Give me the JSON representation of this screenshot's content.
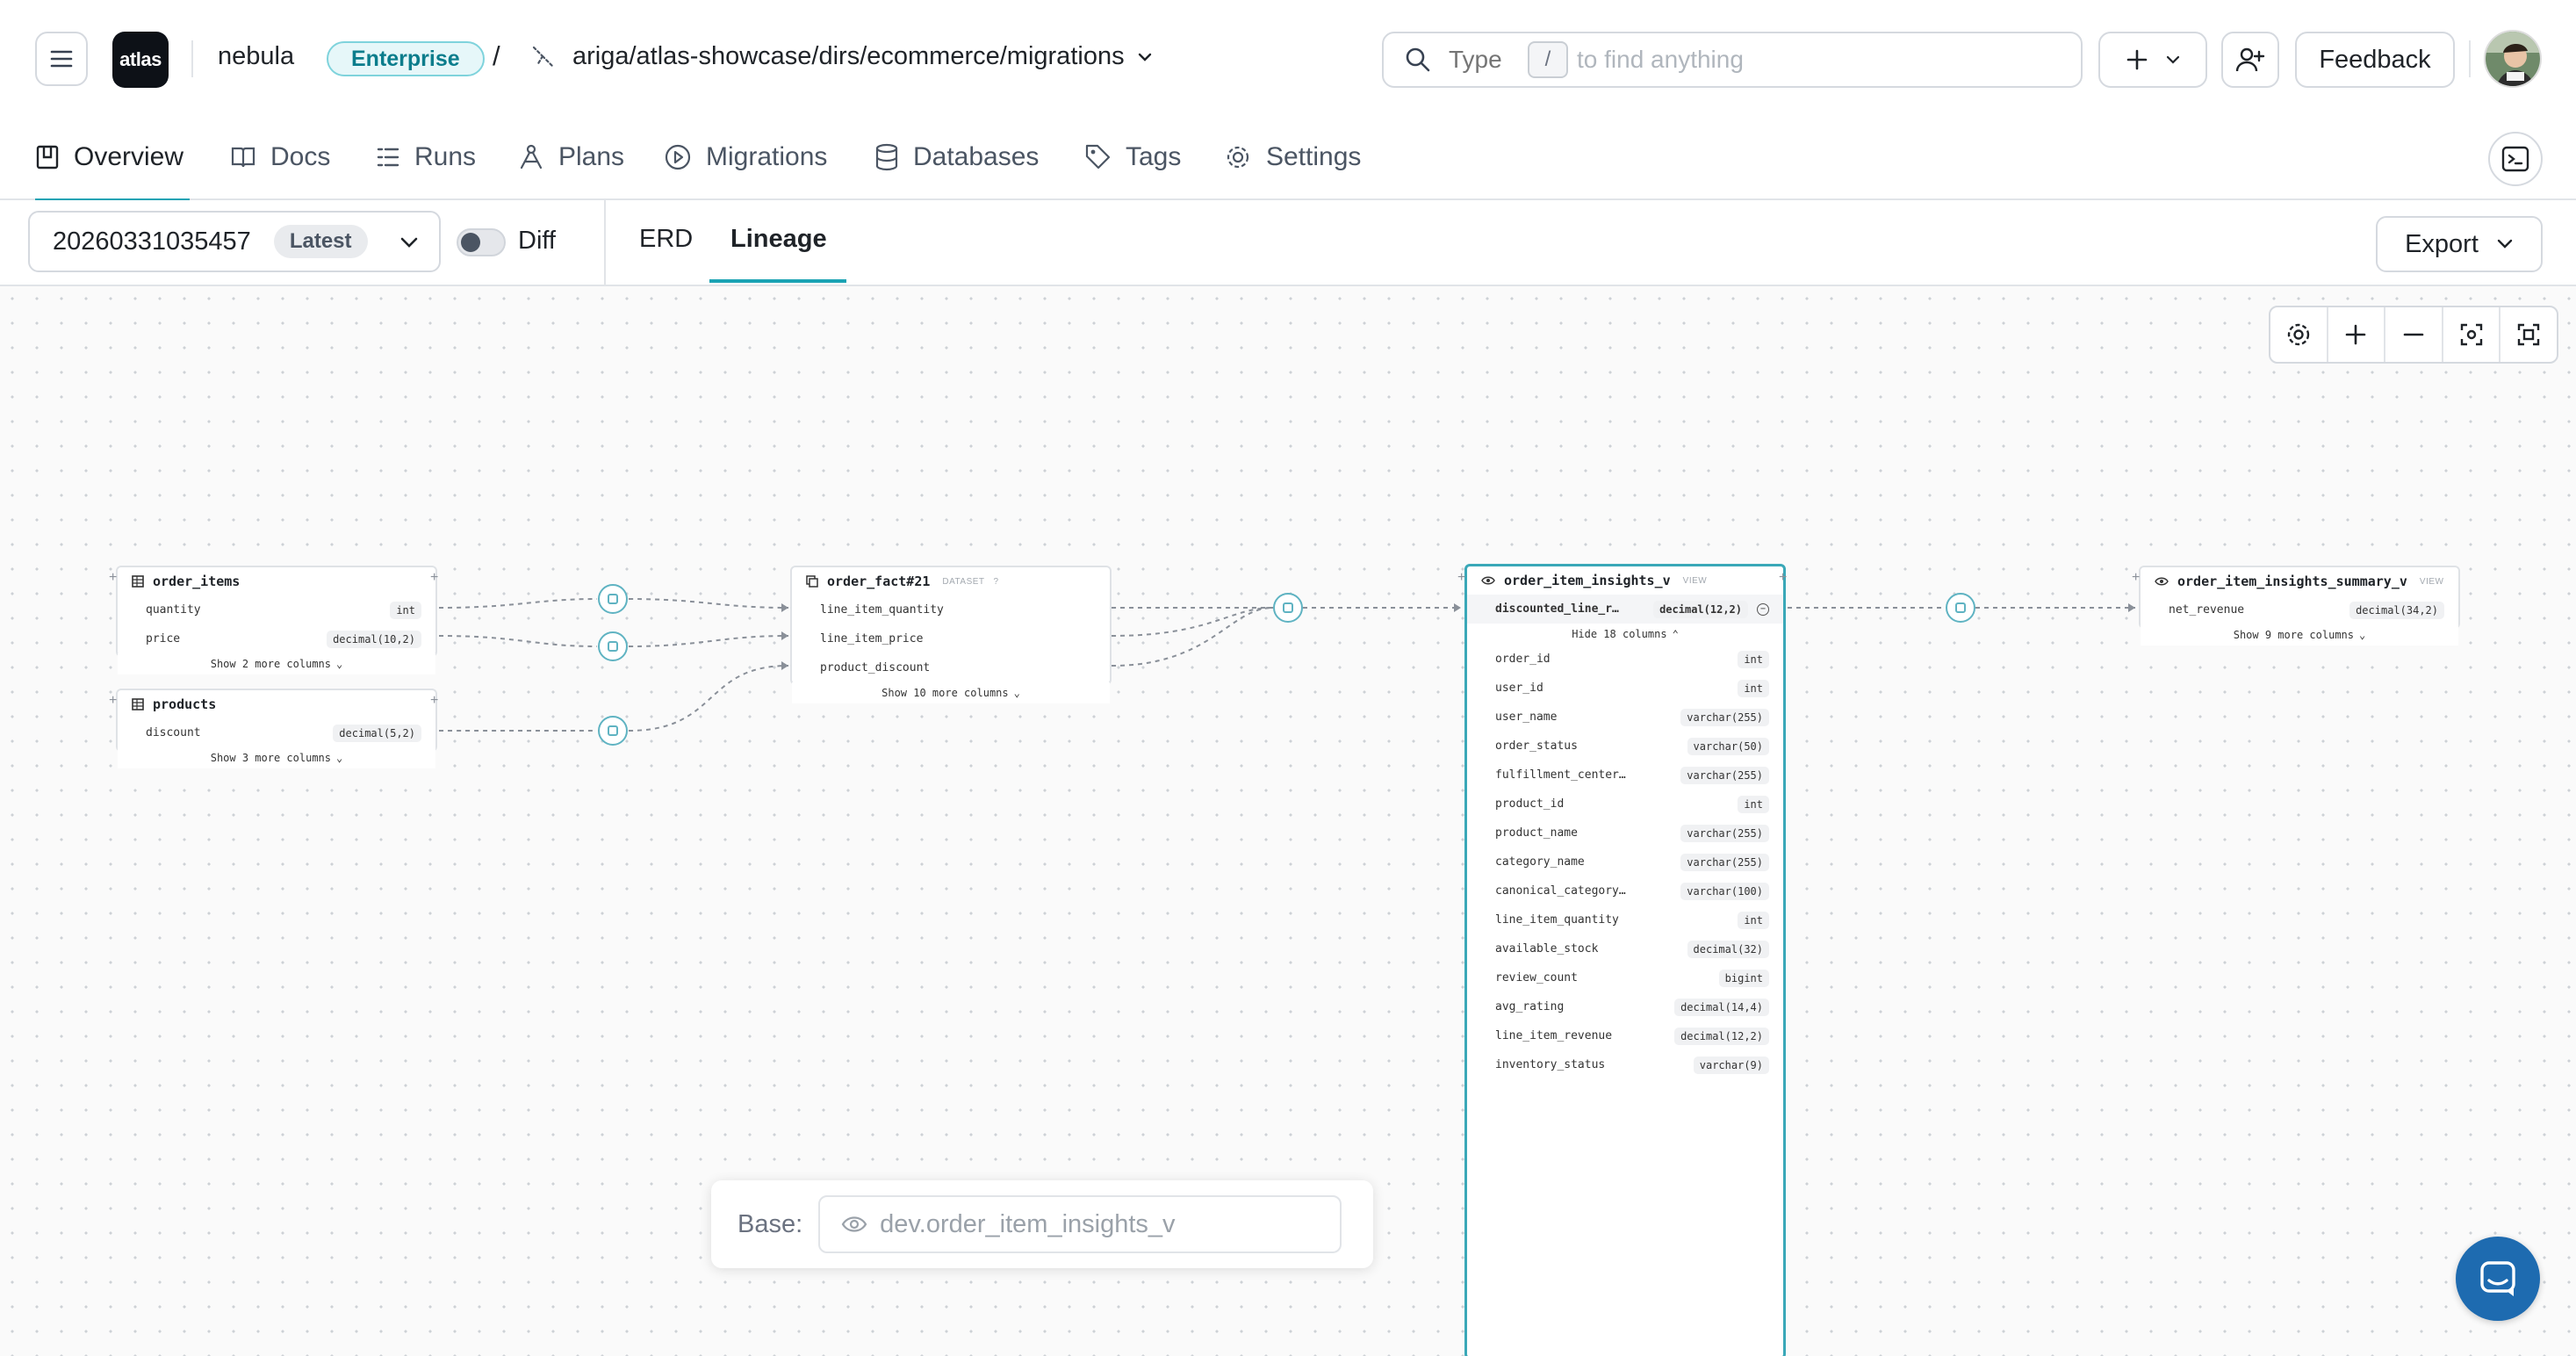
{
  "header": {
    "logo_text": "atlas",
    "org": "nebula",
    "plan_badge": "Enterprise",
    "separator": "/",
    "repo_path": "ariga/atlas-showcase/dirs/ecommerce/migrations",
    "search": {
      "placeholder": "Type",
      "shortcut": "/",
      "hint": "to find anything"
    },
    "feedback_label": "Feedback"
  },
  "nav": {
    "tabs": [
      {
        "label": "Overview",
        "icon": "overview-icon",
        "active": true
      },
      {
        "label": "Docs",
        "icon": "book-icon"
      },
      {
        "label": "Runs",
        "icon": "list-icon"
      },
      {
        "label": "Plans",
        "icon": "plans-icon"
      },
      {
        "label": "Migrations",
        "icon": "play-circle-icon"
      },
      {
        "label": "Databases",
        "icon": "database-icon"
      },
      {
        "label": "Tags",
        "icon": "tag-icon"
      },
      {
        "label": "Settings",
        "icon": "gear-icon"
      }
    ]
  },
  "toolbar": {
    "version": "20260331035457",
    "latest_badge": "Latest",
    "diff_label": "Diff",
    "diff_on": false,
    "view_tabs": [
      {
        "label": "ERD"
      },
      {
        "label": "Lineage",
        "active": true
      }
    ],
    "export_label": "Export"
  },
  "lineage": {
    "nodes": {
      "order_items": {
        "name": "order_items",
        "columns": [
          {
            "name": "quantity",
            "type": "int"
          },
          {
            "name": "price",
            "type": "decimal(10,2)"
          }
        ],
        "more": "Show 2 more columns"
      },
      "products": {
        "name": "products",
        "columns": [
          {
            "name": "discount",
            "type": "decimal(5,2)"
          }
        ],
        "more": "Show 3 more columns"
      },
      "order_fact": {
        "name": "order_fact#21",
        "kind": "DATASET",
        "columns": [
          {
            "name": "line_item_quantity"
          },
          {
            "name": "line_item_price"
          },
          {
            "name": "product_discount"
          }
        ],
        "more": "Show 10 more columns"
      },
      "insights": {
        "name": "order_item_insights_v",
        "kind": "VIEW",
        "focus_column": {
          "name": "discounted_line_r…",
          "type": "decimal(12,2)"
        },
        "hide_label": "Hide 18 columns",
        "columns": [
          {
            "name": "order_id",
            "type": "int"
          },
          {
            "name": "user_id",
            "type": "int"
          },
          {
            "name": "user_name",
            "type": "varchar(255)"
          },
          {
            "name": "order_status",
            "type": "varchar(50)"
          },
          {
            "name": "fulfillment_center…",
            "type": "varchar(255)"
          },
          {
            "name": "product_id",
            "type": "int"
          },
          {
            "name": "product_name",
            "type": "varchar(255)"
          },
          {
            "name": "category_name",
            "type": "varchar(255)"
          },
          {
            "name": "canonical_category…",
            "type": "varchar(100)"
          },
          {
            "name": "line_item_quantity",
            "type": "int"
          },
          {
            "name": "available_stock",
            "type": "decimal(32)"
          },
          {
            "name": "review_count",
            "type": "bigint"
          },
          {
            "name": "avg_rating",
            "type": "decimal(14,4)"
          },
          {
            "name": "line_item_revenue",
            "type": "decimal(12,2)"
          },
          {
            "name": "inventory_status",
            "type": "varchar(9)"
          }
        ]
      },
      "summary": {
        "name": "order_item_insights_summary_v",
        "kind": "VIEW",
        "columns": [
          {
            "name": "net_revenue",
            "type": "decimal(34,2)"
          }
        ],
        "more": "Show 9 more columns"
      }
    }
  },
  "base_panel": {
    "label": "Base:",
    "value": "dev.order_item_insights_v"
  },
  "colors": {
    "accent": "#1ba3b4",
    "edge": "#8a9099",
    "logo_bg": "#0d1117",
    "chat": "#1e6bb0"
  }
}
